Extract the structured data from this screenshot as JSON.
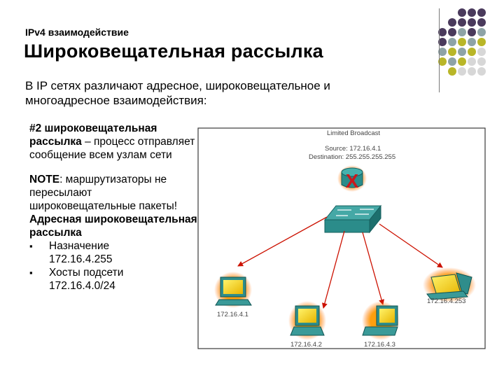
{
  "header": {
    "subtitle": "IPv4 взаимодействие",
    "title": "Широковещательная рассылка"
  },
  "intro": {
    "line1": "В IP сетях различают адресное, широковещательное и",
    "line2": "многоадресное взаимодействия:"
  },
  "left": {
    "heading_bold": "#2 широковещательная рассылка",
    "heading_rest": " – процесс отправляет сообщение всем узлам сети",
    "note_label": "NOTE",
    "note_text": ": маршрутизаторы не пересылают широковещательные пакеты!",
    "directed_label": "Адресная широковещательная рассылка",
    "bullets": [
      {
        "label": "Назначение",
        "value": "172.16.4.255"
      },
      {
        "label": "Хосты подсети",
        "value": "172.16.4.0/24"
      }
    ]
  },
  "diagram": {
    "title": "Limited Broadcast",
    "source": "Source: 172.16.4.1",
    "destination": "Destination: 255.255.255.255",
    "hosts": [
      "172.16.4.1",
      "172.16.4.2",
      "172.16.4.3",
      "172.16.4.253"
    ],
    "blocked_mark": "X"
  },
  "colors": {
    "purple": "#4a3a5c",
    "slate": "#8ea3a6",
    "olive": "#b9b628",
    "light": "#d7d7d7",
    "arrow": "#cc1100",
    "glow": "#ff8a00",
    "switch": "#2b8c8a"
  }
}
